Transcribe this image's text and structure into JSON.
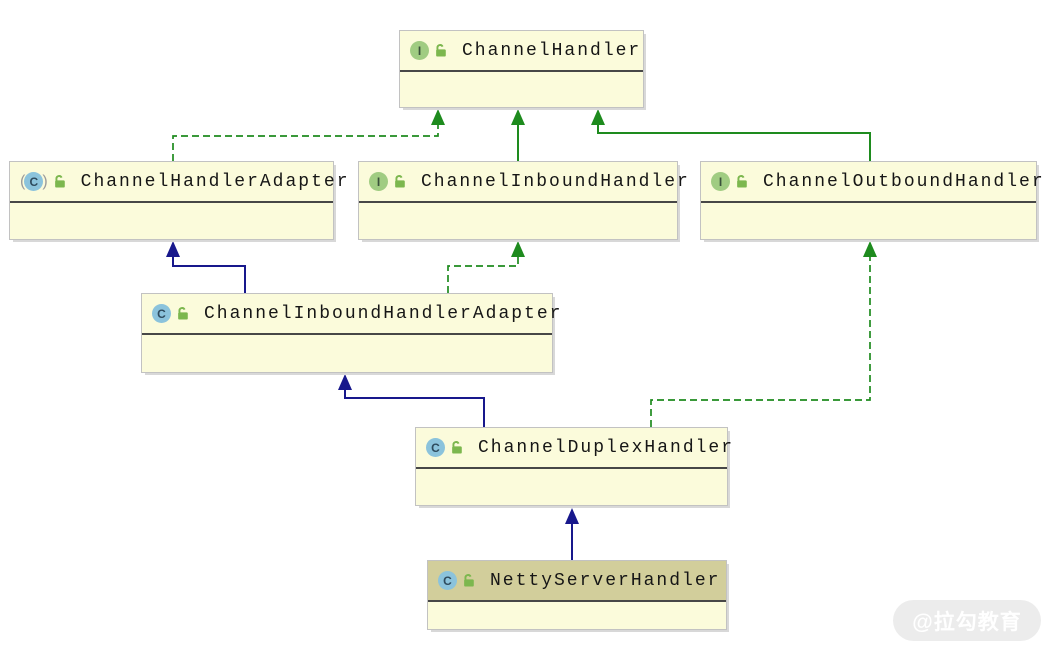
{
  "diagram": {
    "icon_letters": {
      "interface": "I",
      "class": "C"
    },
    "glyphs": {
      "paren_open": "(",
      "paren_close": ")"
    },
    "colors": {
      "node_fill": "#FBFBDB",
      "selected_header": "#D2CE9B",
      "interface_edge_green": "#1E8B1E",
      "extends_edge_navy": "#18188C",
      "separator": "#474747",
      "badge_interface": "#A0CC82",
      "badge_class": "#8BC3DC",
      "lock_green": "#7CB74E"
    },
    "nodes": [
      {
        "id": "ChannelHandler",
        "label": "ChannelHandler",
        "kind": "interface",
        "visibility_icon": "open-lock",
        "selected": false
      },
      {
        "id": "ChannelHandlerAdapter",
        "label": "ChannelHandlerAdapter",
        "kind": "abstract-class",
        "visibility_icon": "open-lock",
        "selected": false
      },
      {
        "id": "ChannelInboundHandler",
        "label": "ChannelInboundHandler",
        "kind": "interface",
        "visibility_icon": "open-lock",
        "selected": false
      },
      {
        "id": "ChannelOutboundHandler",
        "label": "ChannelOutboundHandler",
        "kind": "interface",
        "visibility_icon": "open-lock",
        "selected": false
      },
      {
        "id": "ChannelInboundHandlerAdapter",
        "label": "ChannelInboundHandlerAdapter",
        "kind": "class",
        "visibility_icon": "open-lock",
        "selected": false
      },
      {
        "id": "ChannelDuplexHandler",
        "label": "ChannelDuplexHandler",
        "kind": "class",
        "visibility_icon": "open-lock",
        "selected": false
      },
      {
        "id": "NettyServerHandler",
        "label": "NettyServerHandler",
        "kind": "class",
        "visibility_icon": "open-lock",
        "selected": true
      }
    ],
    "edges": [
      {
        "from": "ChannelHandlerAdapter",
        "to": "ChannelHandler",
        "relation": "implements",
        "line": "dashed",
        "color": "#1E8B1E"
      },
      {
        "from": "ChannelInboundHandler",
        "to": "ChannelHandler",
        "relation": "extends",
        "line": "solid",
        "color": "#1E8B1E"
      },
      {
        "from": "ChannelOutboundHandler",
        "to": "ChannelHandler",
        "relation": "extends",
        "line": "solid",
        "color": "#1E8B1E"
      },
      {
        "from": "ChannelInboundHandlerAdapter",
        "to": "ChannelHandlerAdapter",
        "relation": "extends",
        "line": "solid",
        "color": "#18188C"
      },
      {
        "from": "ChannelInboundHandlerAdapter",
        "to": "ChannelInboundHandler",
        "relation": "implements",
        "line": "dashed",
        "color": "#1E8B1E"
      },
      {
        "from": "ChannelDuplexHandler",
        "to": "ChannelInboundHandlerAdapter",
        "relation": "extends",
        "line": "solid",
        "color": "#18188C"
      },
      {
        "from": "ChannelDuplexHandler",
        "to": "ChannelOutboundHandler",
        "relation": "implements",
        "line": "dashed",
        "color": "#1E8B1E"
      },
      {
        "from": "NettyServerHandler",
        "to": "ChannelDuplexHandler",
        "relation": "extends",
        "line": "solid",
        "color": "#18188C"
      }
    ]
  },
  "watermark": {
    "text": "@拉勾教育"
  }
}
